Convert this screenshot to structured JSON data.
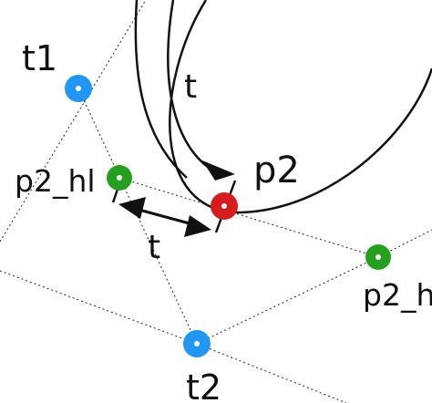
{
  "diagram": {
    "labels": {
      "t1": "t1",
      "t2": "t2",
      "p2": "p2",
      "p2_hl": "p2_hl",
      "p2_hr": "p2_h",
      "t_top": "t",
      "t_mid": "t"
    },
    "colors": {
      "blue_point": "#2196f3",
      "green_point": "#23a11e",
      "red_point": "#d61c1c",
      "stroke": "#111111",
      "dotted": "#222222"
    }
  }
}
